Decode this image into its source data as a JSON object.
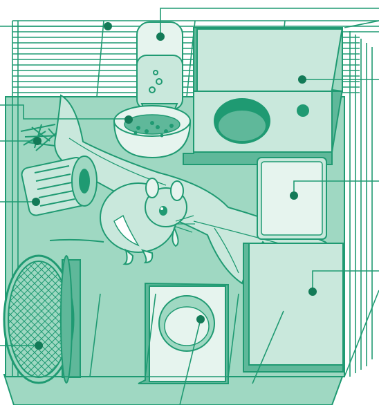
{
  "colors": {
    "line": "#1f9a72",
    "fill_light": "#e6f4ee",
    "fill_mid": "#c9e8dc",
    "fill_floor": "#9fd8c2",
    "fill_dark": "#5fb89a",
    "dot": "#137a57",
    "background": "#ffffff"
  },
  "callouts": [
    {
      "id": "water-bottle",
      "icon": "water-bottle-icon"
    },
    {
      "id": "hay-rack",
      "icon": "hay-icon"
    },
    {
      "id": "nest-house",
      "icon": "house-icon"
    },
    {
      "id": "food-bowl",
      "icon": "bowl-icon"
    },
    {
      "id": "bedding-hay",
      "icon": "hay-icon"
    },
    {
      "id": "chew-toy",
      "icon": "roller-icon"
    },
    {
      "id": "litter-tray",
      "icon": "tray-icon"
    },
    {
      "id": "platform-box",
      "icon": "box-icon"
    },
    {
      "id": "exercise-wheel",
      "icon": "wheel-icon"
    },
    {
      "id": "sand-bath",
      "icon": "sand-bath-icon"
    }
  ]
}
